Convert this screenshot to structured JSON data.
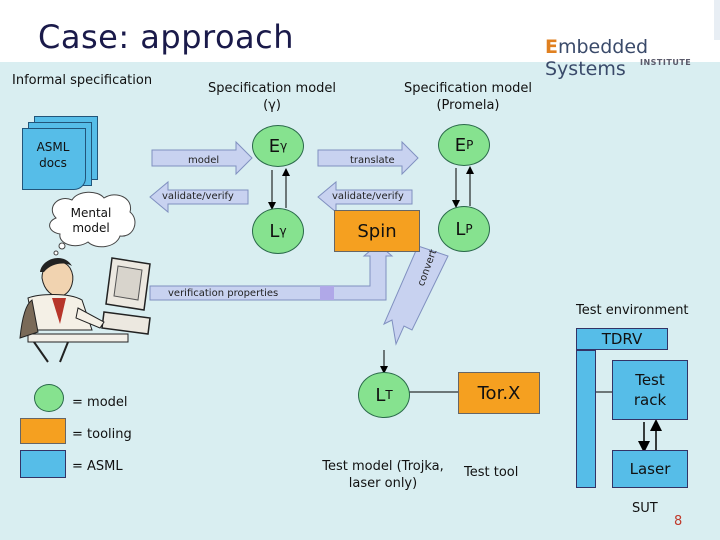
{
  "title": "Case: approach",
  "logo": {
    "text_e": "E",
    "text_rest": "mbedded Systems",
    "sub": "INSTITUTE"
  },
  "labels": {
    "informal_spec": "Informal specification",
    "spec_model_gamma": "Specification model (γ)",
    "spec_model_promela": "Specification model (Promela)",
    "asml_docs": "ASML docs",
    "mental_model": "Mental model",
    "arrow_model": "model",
    "arrow_translate": "translate",
    "arrow_validate_left": "validate/verify",
    "arrow_validate_right": "validate/verify",
    "verification_properties": "verification properties",
    "convert": "convert",
    "test_environment": "Test environment",
    "tdrv": "TDRV",
    "test_rack": "Test rack",
    "laser": "Laser",
    "sut": "SUT",
    "test_model": "Test model (Trojka, laser only)",
    "test_tool": "Test tool",
    "torx": "Tor.X",
    "page_number": "8"
  },
  "nodes": {
    "e_gamma": {
      "main": "E",
      "sub": "γ"
    },
    "e_p": {
      "main": "E",
      "sub": "P"
    },
    "l_gamma": {
      "main": "L",
      "sub": "γ"
    },
    "l_p": {
      "main": "L",
      "sub": "P"
    },
    "spin": "Spin",
    "l_t": {
      "main": "L",
      "sub": "T"
    }
  },
  "legend": [
    {
      "label": "= model",
      "kind": "model"
    },
    {
      "label": "= tooling",
      "kind": "tooling"
    },
    {
      "label": "= ASML",
      "kind": "asml"
    }
  ],
  "colors": {
    "model": "#86e28f",
    "tooling": "#f5a020",
    "asml": "#56bde8",
    "arrow_fill": "#c8d2f0",
    "background": "#d9eef1"
  }
}
